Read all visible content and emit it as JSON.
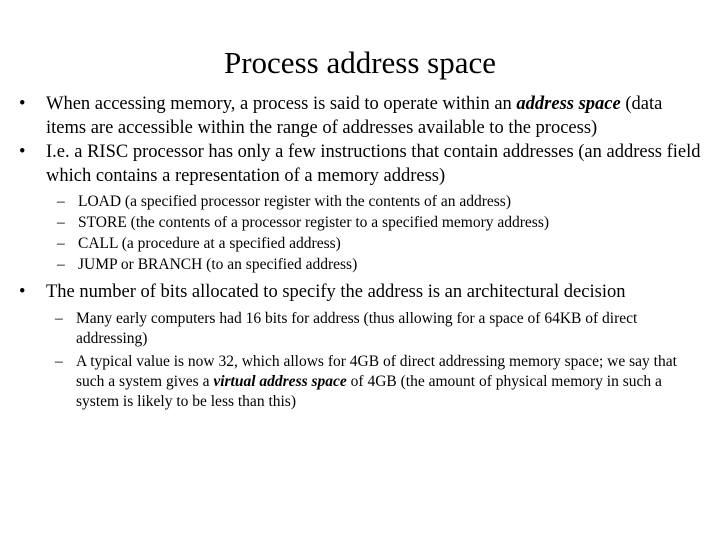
{
  "slide": {
    "title": "Process address space",
    "background_color": "#ffffff",
    "text_color": "#000000",
    "bullet_glyph": "•",
    "dash_glyph": "–",
    "bullets": [
      {
        "level": 1,
        "text_runs": [
          {
            "text": "When accessing memory, a process is said to operate within an ",
            "style": "normal"
          },
          {
            "text": "address space",
            "style": "bold-italic"
          },
          {
            "text": " (data items are accessible within the range of addresses available to the process)",
            "style": "normal"
          }
        ]
      },
      {
        "level": 1,
        "text_runs": [
          {
            "text": "I.e. a RISC processor has only a few instructions that contain addresses (an address field which contains a representation of a memory address)",
            "style": "normal"
          }
        ]
      },
      {
        "level": 2,
        "text_runs": [
          {
            "text": "LOAD (a specified processor register with the contents of an address)",
            "style": "normal"
          }
        ]
      },
      {
        "level": 2,
        "text_runs": [
          {
            "text": "STORE (the contents of a processor register to a specified memory address)",
            "style": "normal"
          }
        ]
      },
      {
        "level": 2,
        "text_runs": [
          {
            "text": "CALL (a procedure at a specified address)",
            "style": "normal"
          }
        ]
      },
      {
        "level": 2,
        "text_runs": [
          {
            "text": "JUMP or BRANCH (to an specified address)",
            "style": "normal"
          }
        ]
      },
      {
        "level": 1,
        "text_runs": [
          {
            "text": "The number of bits allocated to specify the address is an architectural decision",
            "style": "normal"
          }
        ]
      },
      {
        "level": 2,
        "text_runs": [
          {
            "text": "Many early computers had 16 bits for address (thus allowing for a space of 64KB of direct addressing)",
            "style": "normal"
          }
        ]
      },
      {
        "level": 2,
        "text_runs": [
          {
            "text": "A typical value is now 32, which allows for 4GB of direct addressing memory space; we say that such a system gives a ",
            "style": "normal"
          },
          {
            "text": "virtual address space",
            "style": "bold-italic"
          },
          {
            "text": " of 4GB (the amount of physical memory in such a system is likely to be less than this)",
            "style": "normal"
          }
        ]
      }
    ],
    "bullet_texts": {
      "b1_pre": "When accessing memory, a process is said to operate within an ",
      "b1_em": "address space",
      "b1_post": " (data items are accessible within the range of addresses available to the process)",
      "b2": "I.e. a RISC processor has only a few instructions that contain addresses (an address field which contains a representation of a memory address)",
      "s1": "LOAD (a specified processor register with the contents of an address)",
      "s2": "STORE (the contents of a processor register to a specified memory address)",
      "s3": "CALL (a procedure at a specified address)",
      "s4": "JUMP or BRANCH (to an specified address)",
      "b3": "The number of bits allocated to specify the address is an architectural decision",
      "s5": "Many early computers had 16 bits for address (thus allowing for a space of 64KB of direct addressing)",
      "s6_pre": "A typical value is now 32, which allows for 4GB of direct addressing memory space; we say that such a system gives a ",
      "s6_em": "virtual address space",
      "s6_post": " of 4GB (the amount of physical memory in such a system is likely to be less than this)"
    }
  }
}
